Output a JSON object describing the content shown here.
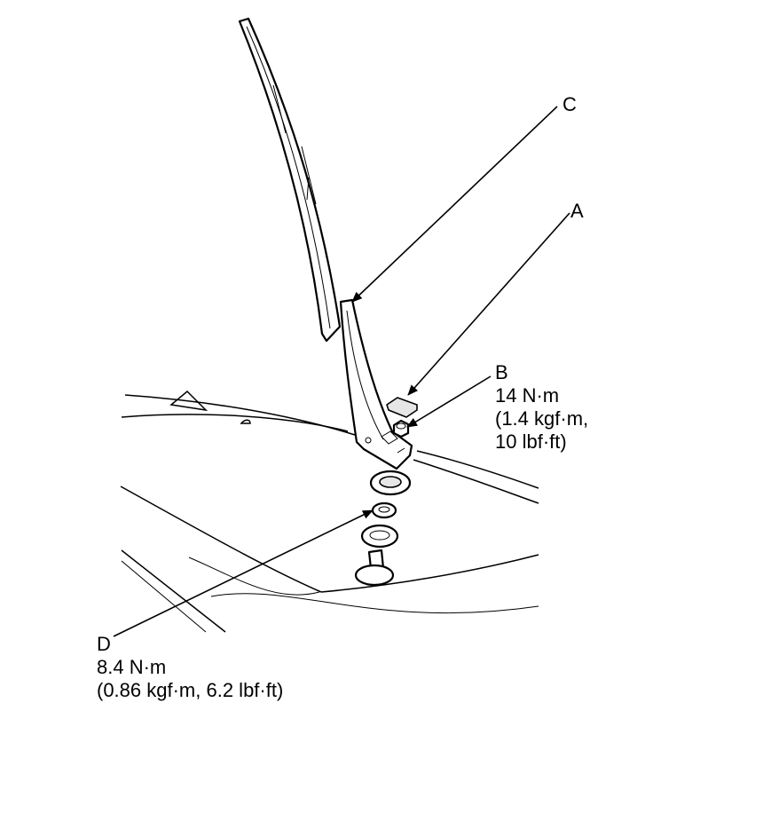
{
  "callouts": {
    "a": {
      "letter": "A"
    },
    "b": {
      "letter": "B",
      "torque_nm": "14 N·m",
      "torque_kgf": "(1.4 kgf·m,",
      "torque_lbf": "10 lbf·ft)"
    },
    "c": {
      "letter": "C"
    },
    "d": {
      "letter": "D",
      "torque_nm": "8.4 N·m",
      "torque_kgf_lbf": "(0.86 kgf·m, 6.2 lbf·ft)"
    }
  },
  "colors": {
    "line": "#000000",
    "background": "#ffffff"
  }
}
